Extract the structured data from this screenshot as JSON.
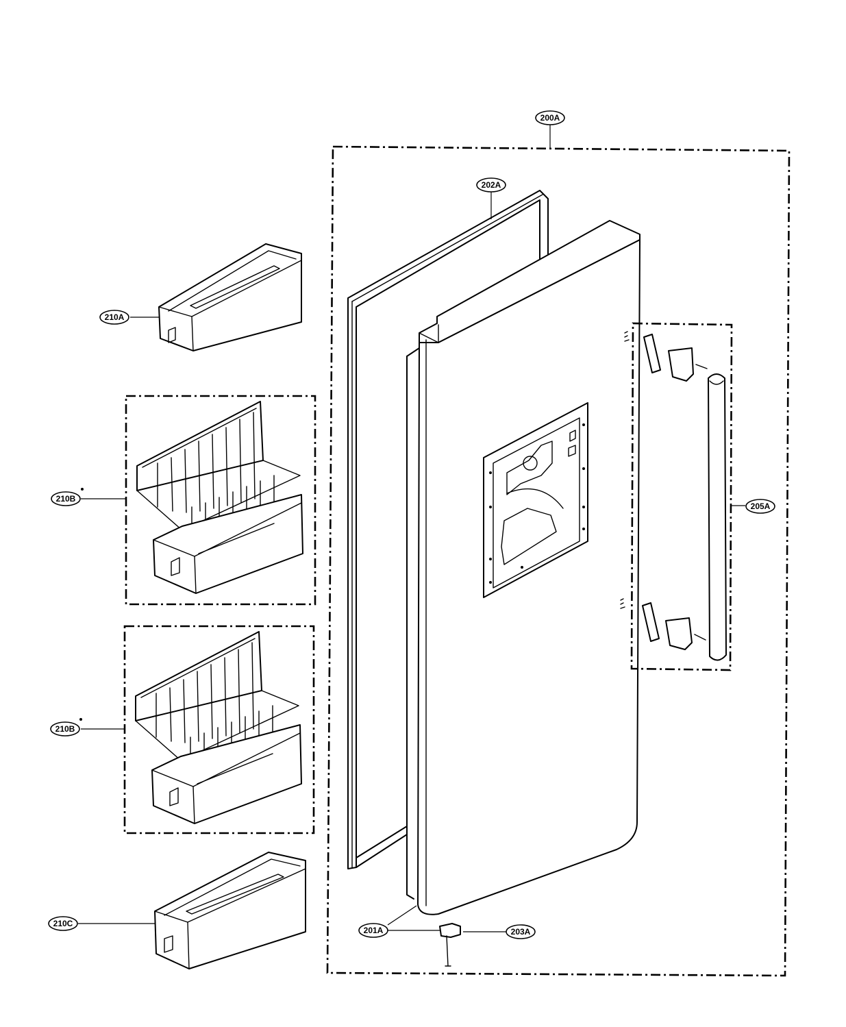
{
  "callouts": {
    "assembly": "200A",
    "gasket": "202A",
    "handle_kit": "205A",
    "door_foam": "201A",
    "hinge": "203A",
    "basket_top": "210A",
    "basket_rack_upper": "210B",
    "basket_rack_lower": "210B",
    "basket_bottom": "210C"
  },
  "ink_color": "#000000",
  "paper_color": "#ffffff"
}
